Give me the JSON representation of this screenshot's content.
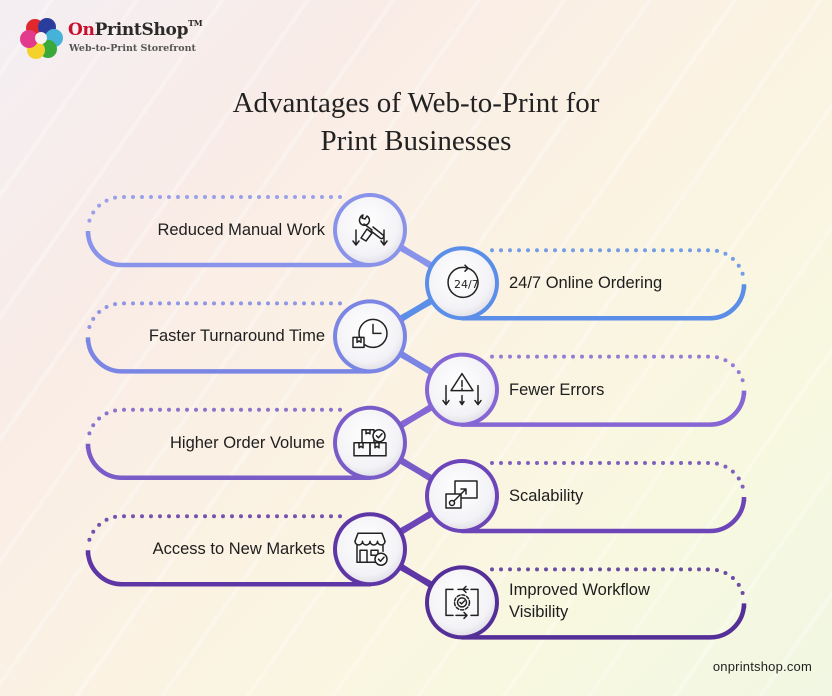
{
  "brand": {
    "name_prefix": "On",
    "name_rest": "PrintShop",
    "trademark": "TM",
    "tagline": "Web-to-Print Storefront"
  },
  "title": {
    "line1": "Advantages of Web-to-Print for",
    "line2": "Print Businesses"
  },
  "items": [
    {
      "label": "Reduced Manual Work",
      "side": "left",
      "icon": "wrench-hand-arrows-icon",
      "color": "#8a93ea"
    },
    {
      "label": "24/7 Online Ordering",
      "side": "right",
      "icon": "clock-24-7-icon",
      "color": "#5a8ee8"
    },
    {
      "label": "Faster Turnaround Time",
      "side": "left",
      "icon": "clock-package-icon",
      "color": "#7b86e4"
    },
    {
      "label": "Fewer Errors",
      "side": "right",
      "icon": "warning-arrows-icon",
      "color": "#8566d4"
    },
    {
      "label": "Higher Order Volume",
      "side": "left",
      "icon": "stacked-boxes-check-icon",
      "color": "#7a5cc8"
    },
    {
      "label": "Scalability",
      "side": "right",
      "icon": "scale-up-icon",
      "color": "#6c45b8"
    },
    {
      "label": "Access to New Markets",
      "side": "left",
      "icon": "storefront-check-icon",
      "color": "#5e36a6"
    },
    {
      "label": "Improved Workflow Visibility",
      "label_line1": "Improved Workflow",
      "label_line2": "Visibility",
      "side": "right",
      "icon": "workflow-gear-icon",
      "color": "#552f98"
    }
  ],
  "footer": {
    "url": "onprintshop.com"
  }
}
